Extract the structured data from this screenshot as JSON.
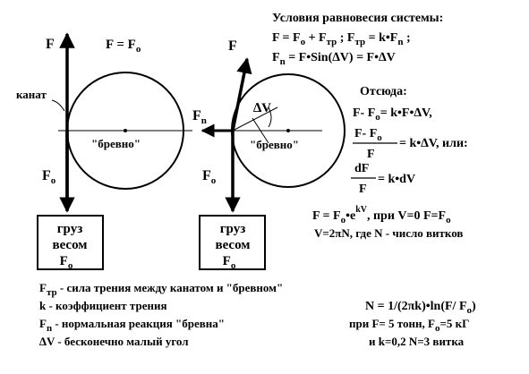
{
  "left": {
    "F": "F",
    "eq_F": "F = F",
    "eq_Fsub": "o",
    "kanat": "канат",
    "brevno": "\"бревно\"",
    "Fo": "F",
    "Fo_sub": "o",
    "box": [
      "груз",
      "весом",
      "F"
    ],
    "box_sub": "o"
  },
  "right": {
    "F": "F",
    "Fn": "F",
    "Fn_sub": "n",
    "dV": "∆V",
    "brevno": "\"бревно\"",
    "Fo": "F",
    "Fo_sub": "o",
    "box": [
      "груз",
      "весом",
      "F"
    ],
    "box_sub": "o"
  },
  "conditions": {
    "title": "Условия равновесия системы:",
    "line1a": "F = F",
    "line1a_sub": "o",
    "line1b": " + F",
    "line1b_sub": "тр",
    "line1c": " ;  F",
    "line1c_sub": "тр",
    "line1d": " = k•F",
    "line1d_sub": "n",
    "line1e": " ;",
    "line2a": "F",
    "line2a_sub": "n",
    "line2b": " = F•Sin(∆V) = F•∆V"
  },
  "derivation": {
    "title": "Отсюда:",
    "l1a": "F- F",
    "l1a_sub": "o",
    "l1b": "= k•F•∆V,",
    "frac1_num_a": "F- F",
    "frac1_num_sub": "o",
    "frac1_den": "F",
    "l2b": "= k•∆V,  или:",
    "frac2_num": "dF",
    "frac2_den": "F",
    "l3b": "= k•dV",
    "exp_a": "F = F",
    "exp_sub": "o",
    "exp_b": "•e",
    "exp_sup": "kV",
    "exp_c": ",  при V=0   F=F",
    "exp_c_sub": "o",
    "turns": "V=2πN,  где N - число витков"
  },
  "legend": {
    "l1a": "F",
    "l1a_sub": "тр",
    "l1b": " - сила трения между канатом и \"бревном\"",
    "l2": "k - коэффициент трения",
    "l3a": "F",
    "l3a_sub": "n",
    "l3b": " - нормальная реакция \"бревна\"",
    "l4": "∆V  - бесконечно малый угол"
  },
  "result": {
    "l1": "N = 1/(2πk)•ln(F/ F",
    "l1_sub": "o",
    "l1_end": ")",
    "l2a": "при F= 5 тонн,  F",
    "l2a_sub": "o",
    "l2b": "=5 кГ",
    "l3": "и k=0,2  N=3 витка"
  }
}
